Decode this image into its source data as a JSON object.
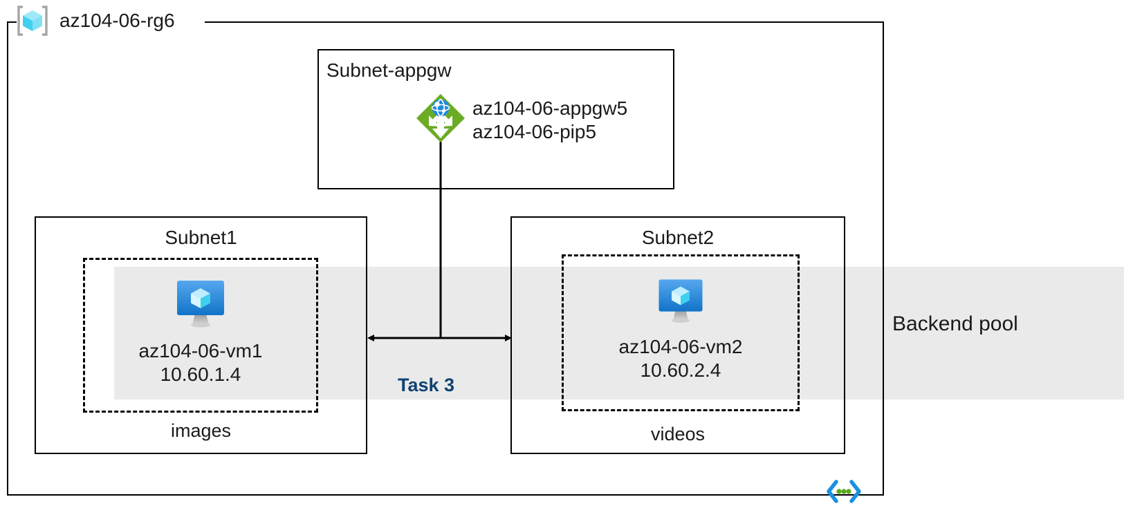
{
  "diagram": {
    "title": "az104-06-rg6",
    "resource_group": {
      "name": "az104-06-rg6",
      "icon": "resource-group-cube-icon"
    },
    "backend_pool": {
      "label": "Backend pool",
      "band_color": "#eaeaea"
    },
    "task_annotation": {
      "label": "Task 3",
      "color": "#0f4272"
    },
    "template_icon": {
      "icon": "code-template-icon",
      "bracket_color": "#1a8fe0",
      "dot_color": "#5ba81a"
    },
    "subnets": [
      {
        "name": "Subnet-appgw",
        "resources": [
          {
            "icon": "application-gateway-icon",
            "line1": "az104-06-appgw5",
            "line2": "az104-06-pip5"
          }
        ]
      },
      {
        "name": "Subnet1",
        "caption": "images",
        "vm": {
          "icon": "virtual-machine-icon",
          "name": "az104-06-vm1",
          "ip": "10.60.1.4"
        }
      },
      {
        "name": "Subnet2",
        "caption": "videos",
        "vm": {
          "icon": "virtual-machine-icon",
          "name": "az104-06-vm2",
          "ip": "10.60.2.4"
        }
      }
    ],
    "colors": {
      "border": "#000000",
      "band": "#eaeaea",
      "accent_blue": "#0f4272",
      "appgw_green": "#6bab25",
      "vm_blue": "#1f8ae0",
      "cube_cyan": "#7ee2f5"
    }
  }
}
